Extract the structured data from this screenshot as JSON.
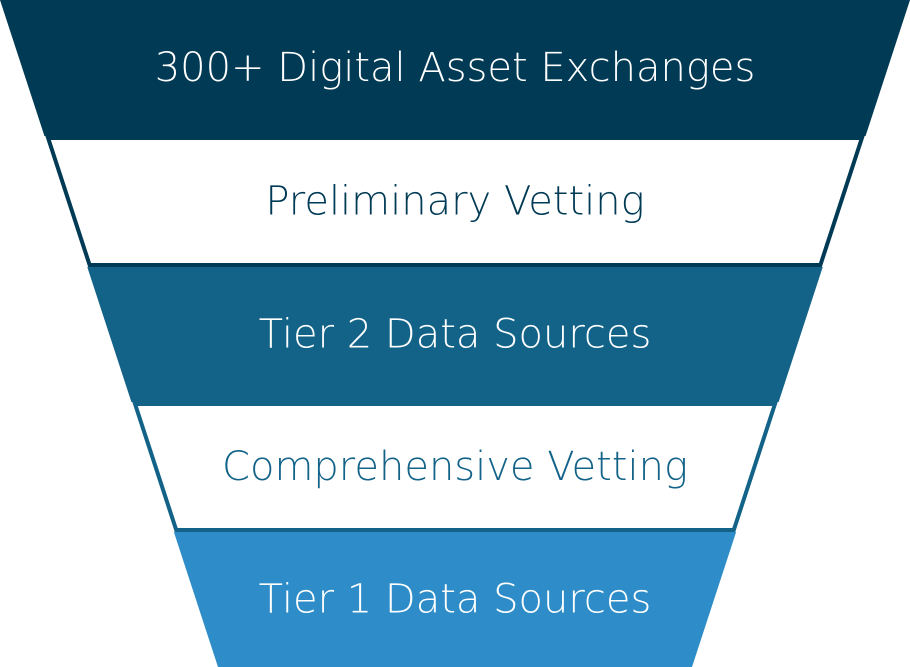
{
  "funnel": {
    "stages": [
      {
        "label": "300+ Digital Asset Exchanges",
        "style": "filled",
        "fill": "#003a54",
        "text_color": "#ffffff"
      },
      {
        "label": "Preliminary Vetting",
        "style": "outlined",
        "fill": "#ffffff",
        "border": "#003a54",
        "text_color": "#003a54"
      },
      {
        "label": "Tier 2 Data Sources",
        "style": "filled",
        "fill": "#136389",
        "text_color": "#ffffff"
      },
      {
        "label": "Comprehensive Vetting",
        "style": "outlined",
        "fill": "#ffffff",
        "border": "#136389",
        "text_color": "#136389"
      },
      {
        "label": "Tier 1 Data Sources",
        "style": "filled",
        "fill": "#2e8dc8",
        "text_color": "#ffffff"
      }
    ]
  }
}
